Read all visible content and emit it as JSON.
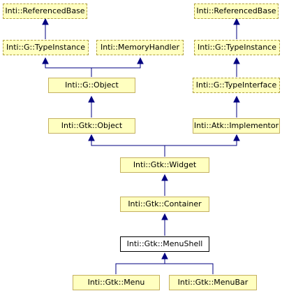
{
  "colors": {
    "edge": "#000080",
    "node_fill": "#ffffc0",
    "node_border": "#c4b060",
    "current_fill": "#ffffff",
    "current_border": "#000000"
  },
  "nodes": {
    "referencedbase_left": "Inti::ReferencedBase",
    "referencedbase_right": "Inti::ReferencedBase",
    "typeinstance_left": "Inti::G::TypeInstance",
    "memoryhandler": "Inti::MemoryHandler",
    "typeinstance_right": "Inti::G::TypeInstance",
    "g_object": "Inti::G::Object",
    "typeinterface": "Inti::G::TypeInterface",
    "gtk_object": "Inti::Gtk::Object",
    "implementor": "Inti::Atk::Implementor",
    "widget": "Inti::Gtk::Widget",
    "container": "Inti::Gtk::Container",
    "menushell": "Inti::Gtk::MenuShell",
    "menu": "Inti::Gtk::Menu",
    "menubar": "Inti::Gtk::MenuBar"
  }
}
